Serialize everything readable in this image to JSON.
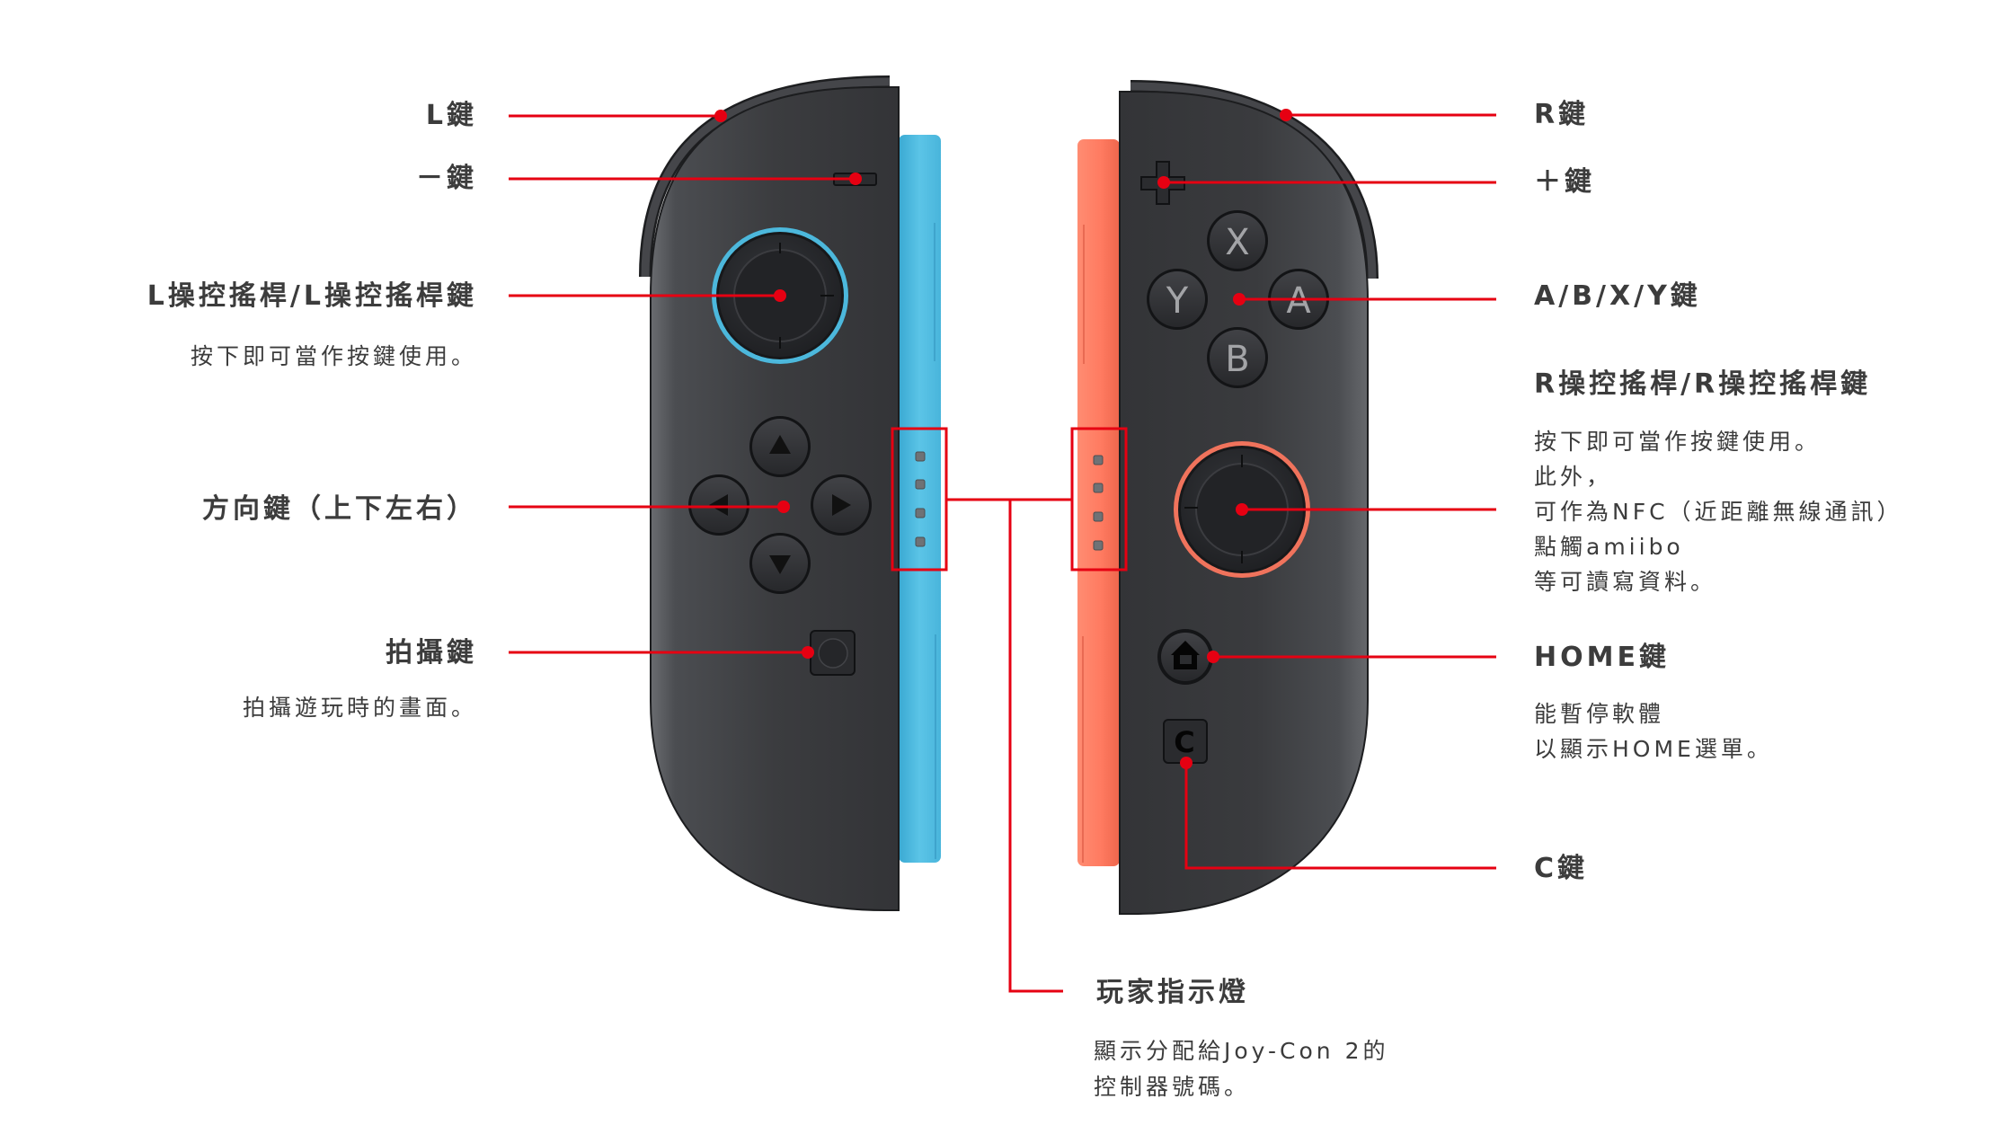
{
  "colors": {
    "callout_red": "#e60012",
    "left_rail_blue": "#4cb8dc",
    "right_rail_coral": "#ff7a60",
    "body_dark_gray": "#38393c",
    "text": "#3c3c3c",
    "face_button_letter": "#a3a4a7"
  },
  "left_joycon": {
    "labels": [
      {
        "heading": "L鍵"
      },
      {
        "heading": "－鍵"
      },
      {
        "heading": "L操控搖桿/L操控搖桿鍵",
        "description": "按下即可當作按鍵使用。"
      },
      {
        "heading": "方向鍵（上下左右）"
      },
      {
        "heading": "拍攝鍵",
        "description": "拍攝遊玩時的畫面。"
      }
    ],
    "icons": [
      "l-shoulder-button",
      "minus-button",
      "left-stick",
      "dpad-up-arrow",
      "dpad-left-arrow",
      "dpad-right-arrow",
      "dpad-down-arrow",
      "capture-button",
      "player-leds"
    ]
  },
  "right_joycon": {
    "labels": [
      {
        "heading": "R鍵"
      },
      {
        "heading": "＋鍵"
      },
      {
        "heading": "A/B/X/Y鍵"
      },
      {
        "heading": "R操控搖桿/R操控搖桿鍵",
        "description_lines": [
          "按下即可當作按鍵使用。",
          "此外，",
          "可作為NFC（近距離無線通訊）",
          "點觸amiibo",
          "等可讀寫資料。"
        ]
      },
      {
        "heading": "HOME鍵",
        "description_lines": [
          "能暫停軟體",
          "以顯示HOME選單。"
        ]
      },
      {
        "heading": "C鍵"
      }
    ],
    "face_buttons": {
      "x": "X",
      "y": "Y",
      "a": "A",
      "b": "B"
    },
    "c_button_glyph": "C",
    "icons": [
      "r-shoulder-button",
      "plus-button",
      "right-stick",
      "home-icon",
      "c-button",
      "player-leds"
    ]
  },
  "player_indicator": {
    "heading": "玩家指示燈",
    "description_lines": [
      "顯示分配給Joy-Con 2的",
      "控制器號碼。"
    ],
    "led_count": 4
  }
}
